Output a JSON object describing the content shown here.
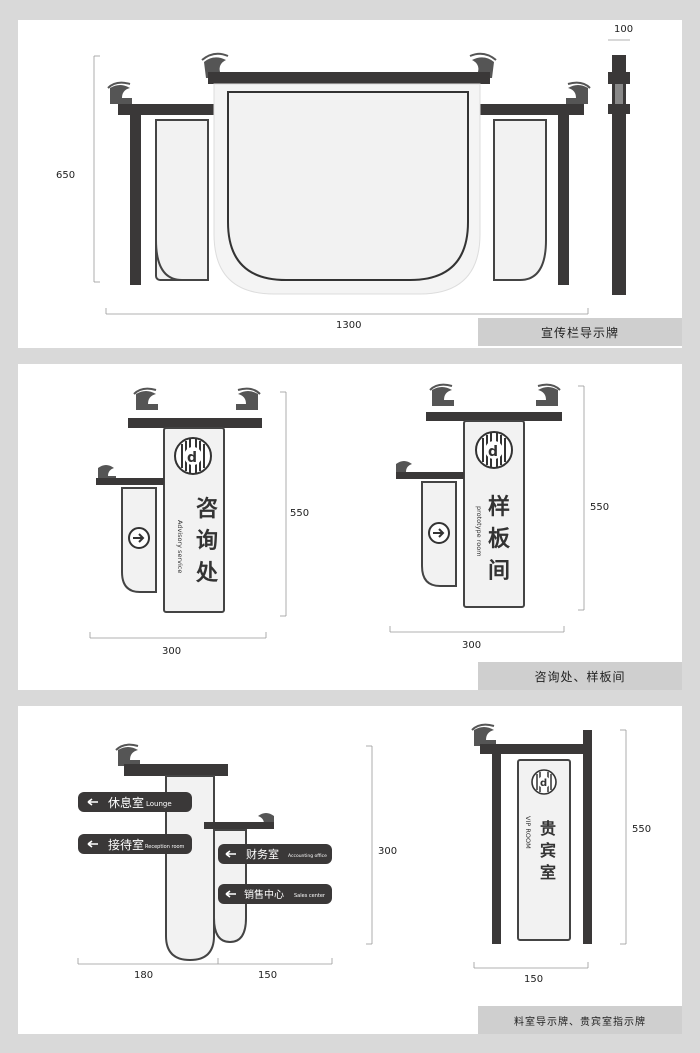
{
  "panel1": {
    "caption": "宣传栏导示牌",
    "dim_height": "650",
    "dim_width": "1300",
    "dim_side": "100"
  },
  "panel2": {
    "caption": "咨询处、样板间",
    "left_sign": {
      "title_chars": [
        "咨",
        "询",
        "处"
      ],
      "subtitle": "Advisory service",
      "dim_height": "550",
      "dim_width": "300"
    },
    "right_sign": {
      "title_chars": [
        "样",
        "板",
        "间"
      ],
      "subtitle": "prototype room",
      "dim_height": "550",
      "dim_width": "300"
    }
  },
  "panel3": {
    "caption": "料室导示牌、贵宾室指示牌",
    "directory": {
      "plates": [
        {
          "cn": "休息室",
          "en": "Lounge"
        },
        {
          "cn": "接待室",
          "en": "Reception room"
        },
        {
          "cn": "财务室",
          "en": "Accounting office"
        },
        {
          "cn": "销售中心",
          "en": "Sales center"
        }
      ],
      "dim_height": "300",
      "dim_left": "180",
      "dim_right": "150"
    },
    "vip": {
      "title_chars": [
        "贵",
        "宾",
        "室"
      ],
      "subtitle": "VIP ROOM",
      "dim_height": "550",
      "dim_width": "150"
    }
  },
  "colors": {
    "frame": "#3a3838",
    "panel_fill": "#f2f2f2",
    "caption_bg": "#cfcfcf",
    "background": "#d9d9d9"
  },
  "icons": [
    "arrow-right-circle-icon",
    "arrow-left-icon",
    "logo-d-icon",
    "ornament-swirl-icon"
  ]
}
